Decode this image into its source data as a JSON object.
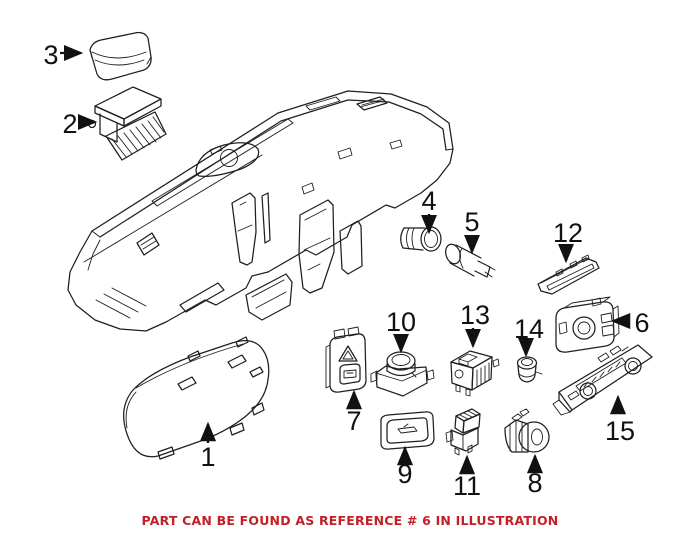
{
  "diagram": {
    "caption": "PART CAN BE FOUND AS REFERENCE # 6 IN ILLUSTRATION",
    "caption_color": "#c22026",
    "line_color": "#1f1f1f",
    "background_color": "#ffffff",
    "highlighted_reference": "6",
    "callouts": [
      {
        "label": "1"
      },
      {
        "label": "2"
      },
      {
        "label": "3"
      },
      {
        "label": "4"
      },
      {
        "label": "5"
      },
      {
        "label": "6"
      },
      {
        "label": "7"
      },
      {
        "label": "8"
      },
      {
        "label": "9"
      },
      {
        "label": "10"
      },
      {
        "label": "11"
      },
      {
        "label": "12"
      },
      {
        "label": "13"
      },
      {
        "label": "14"
      },
      {
        "label": "15"
      }
    ]
  }
}
